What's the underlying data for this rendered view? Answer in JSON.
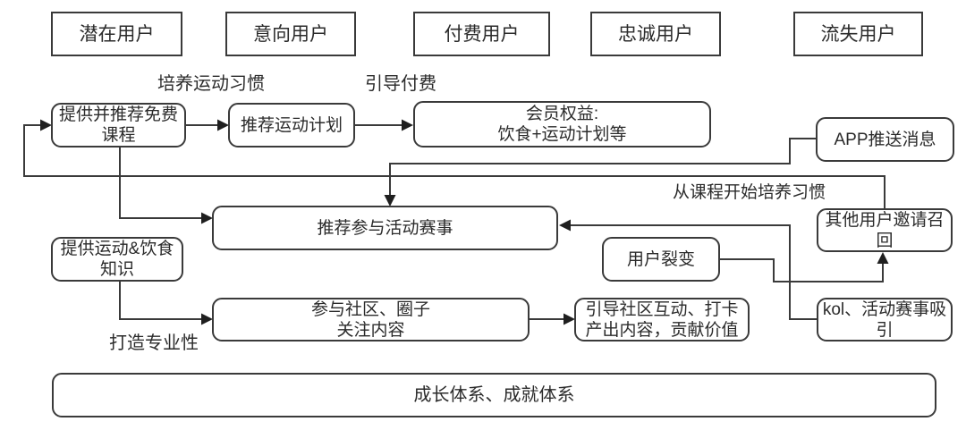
{
  "diagram": {
    "title_hint": "用户生命周期运营流程图",
    "stages": [
      {
        "label": "潜在用户"
      },
      {
        "label": "意向用户"
      },
      {
        "label": "付费用户"
      },
      {
        "label": "忠诚用户"
      },
      {
        "label": "流失用户"
      }
    ],
    "nodes": {
      "free_course": {
        "label": "提供并推荐免费\n课程"
      },
      "sport_plan": {
        "label": "推荐运动计划"
      },
      "member_benefits": {
        "label": "会员权益:\n饮食+运动计划等"
      },
      "app_push": {
        "label": "APP推送消息"
      },
      "invite_recall": {
        "label": "其他用户邀请召\n回"
      },
      "user_fission": {
        "label": "用户裂变"
      },
      "knowledge": {
        "label": "提供运动&饮食\n知识"
      },
      "activity_events": {
        "label": "推荐参与活动赛事"
      },
      "community": {
        "label": "参与社区、圈子\n关注内容"
      },
      "guide_interaction": {
        "label": "引导社区互动、打卡\n产出内容，贡献价值"
      },
      "kol_attract": {
        "label": "kol、活动赛事吸\n引"
      },
      "growth_system": {
        "label": "成长体系、成就体系"
      }
    },
    "edge_labels": {
      "cultivate_habit": "培养运动习惯",
      "guide_payment": "引导付费",
      "recall_from_course": "从课程开始培养习惯",
      "build_expertise": "打造专业性"
    },
    "colors": {
      "line": "#3a3a3a",
      "text": "#2b2b2b",
      "background": "#ffffff"
    }
  }
}
